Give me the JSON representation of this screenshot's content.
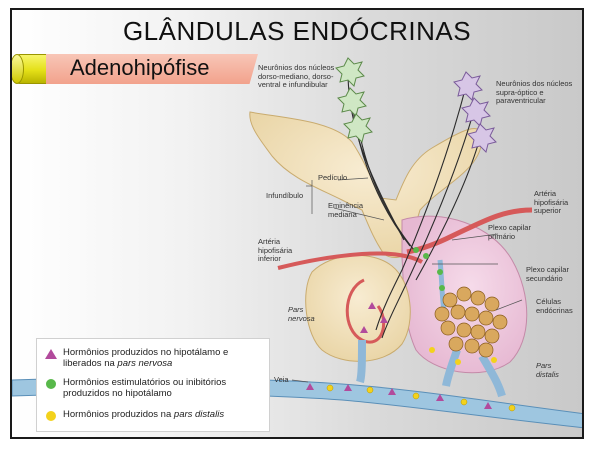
{
  "title": "GLÂNDULAS ENDÓCRINAS",
  "banner": "Adenohipófise",
  "labels": {
    "neuronios_dorso": "Neurônios dos núcleos dorso-mediano, dorso-ventral e infundibular",
    "neuronios_supra": "Neurônios dos núcleos supra-óptico e paraventricular",
    "pediculo": "Pedículo",
    "infundibulo": "Infundíbulo",
    "eminencia": "Eminência mediana",
    "arteria_superior": "Artéria hipofisária superior",
    "plexo_primario": "Plexo capilar primário",
    "arteria_inferior": "Artéria hipofisária inferior",
    "plexo_secundario": "Plexo capilar secundário",
    "celulas": "Células endócrinas",
    "pars_nervosa": "Pars nervosa",
    "pars_distalis": "Pars distalis",
    "veia": "Veia"
  },
  "legend": {
    "item1_a": "Hormônios produzidos no hipotálamo e liberados na ",
    "item1_b": "pars nervosa",
    "item2": "Hormônios estimulatórios ou inibitórios produzidos no hipotálamo",
    "item3_a": "Hormônios produzidos na ",
    "item3_b": "pars distalis"
  },
  "colors": {
    "triangle": "#b24a9c",
    "green": "#58b84a",
    "yellow": "#f3d21c"
  }
}
